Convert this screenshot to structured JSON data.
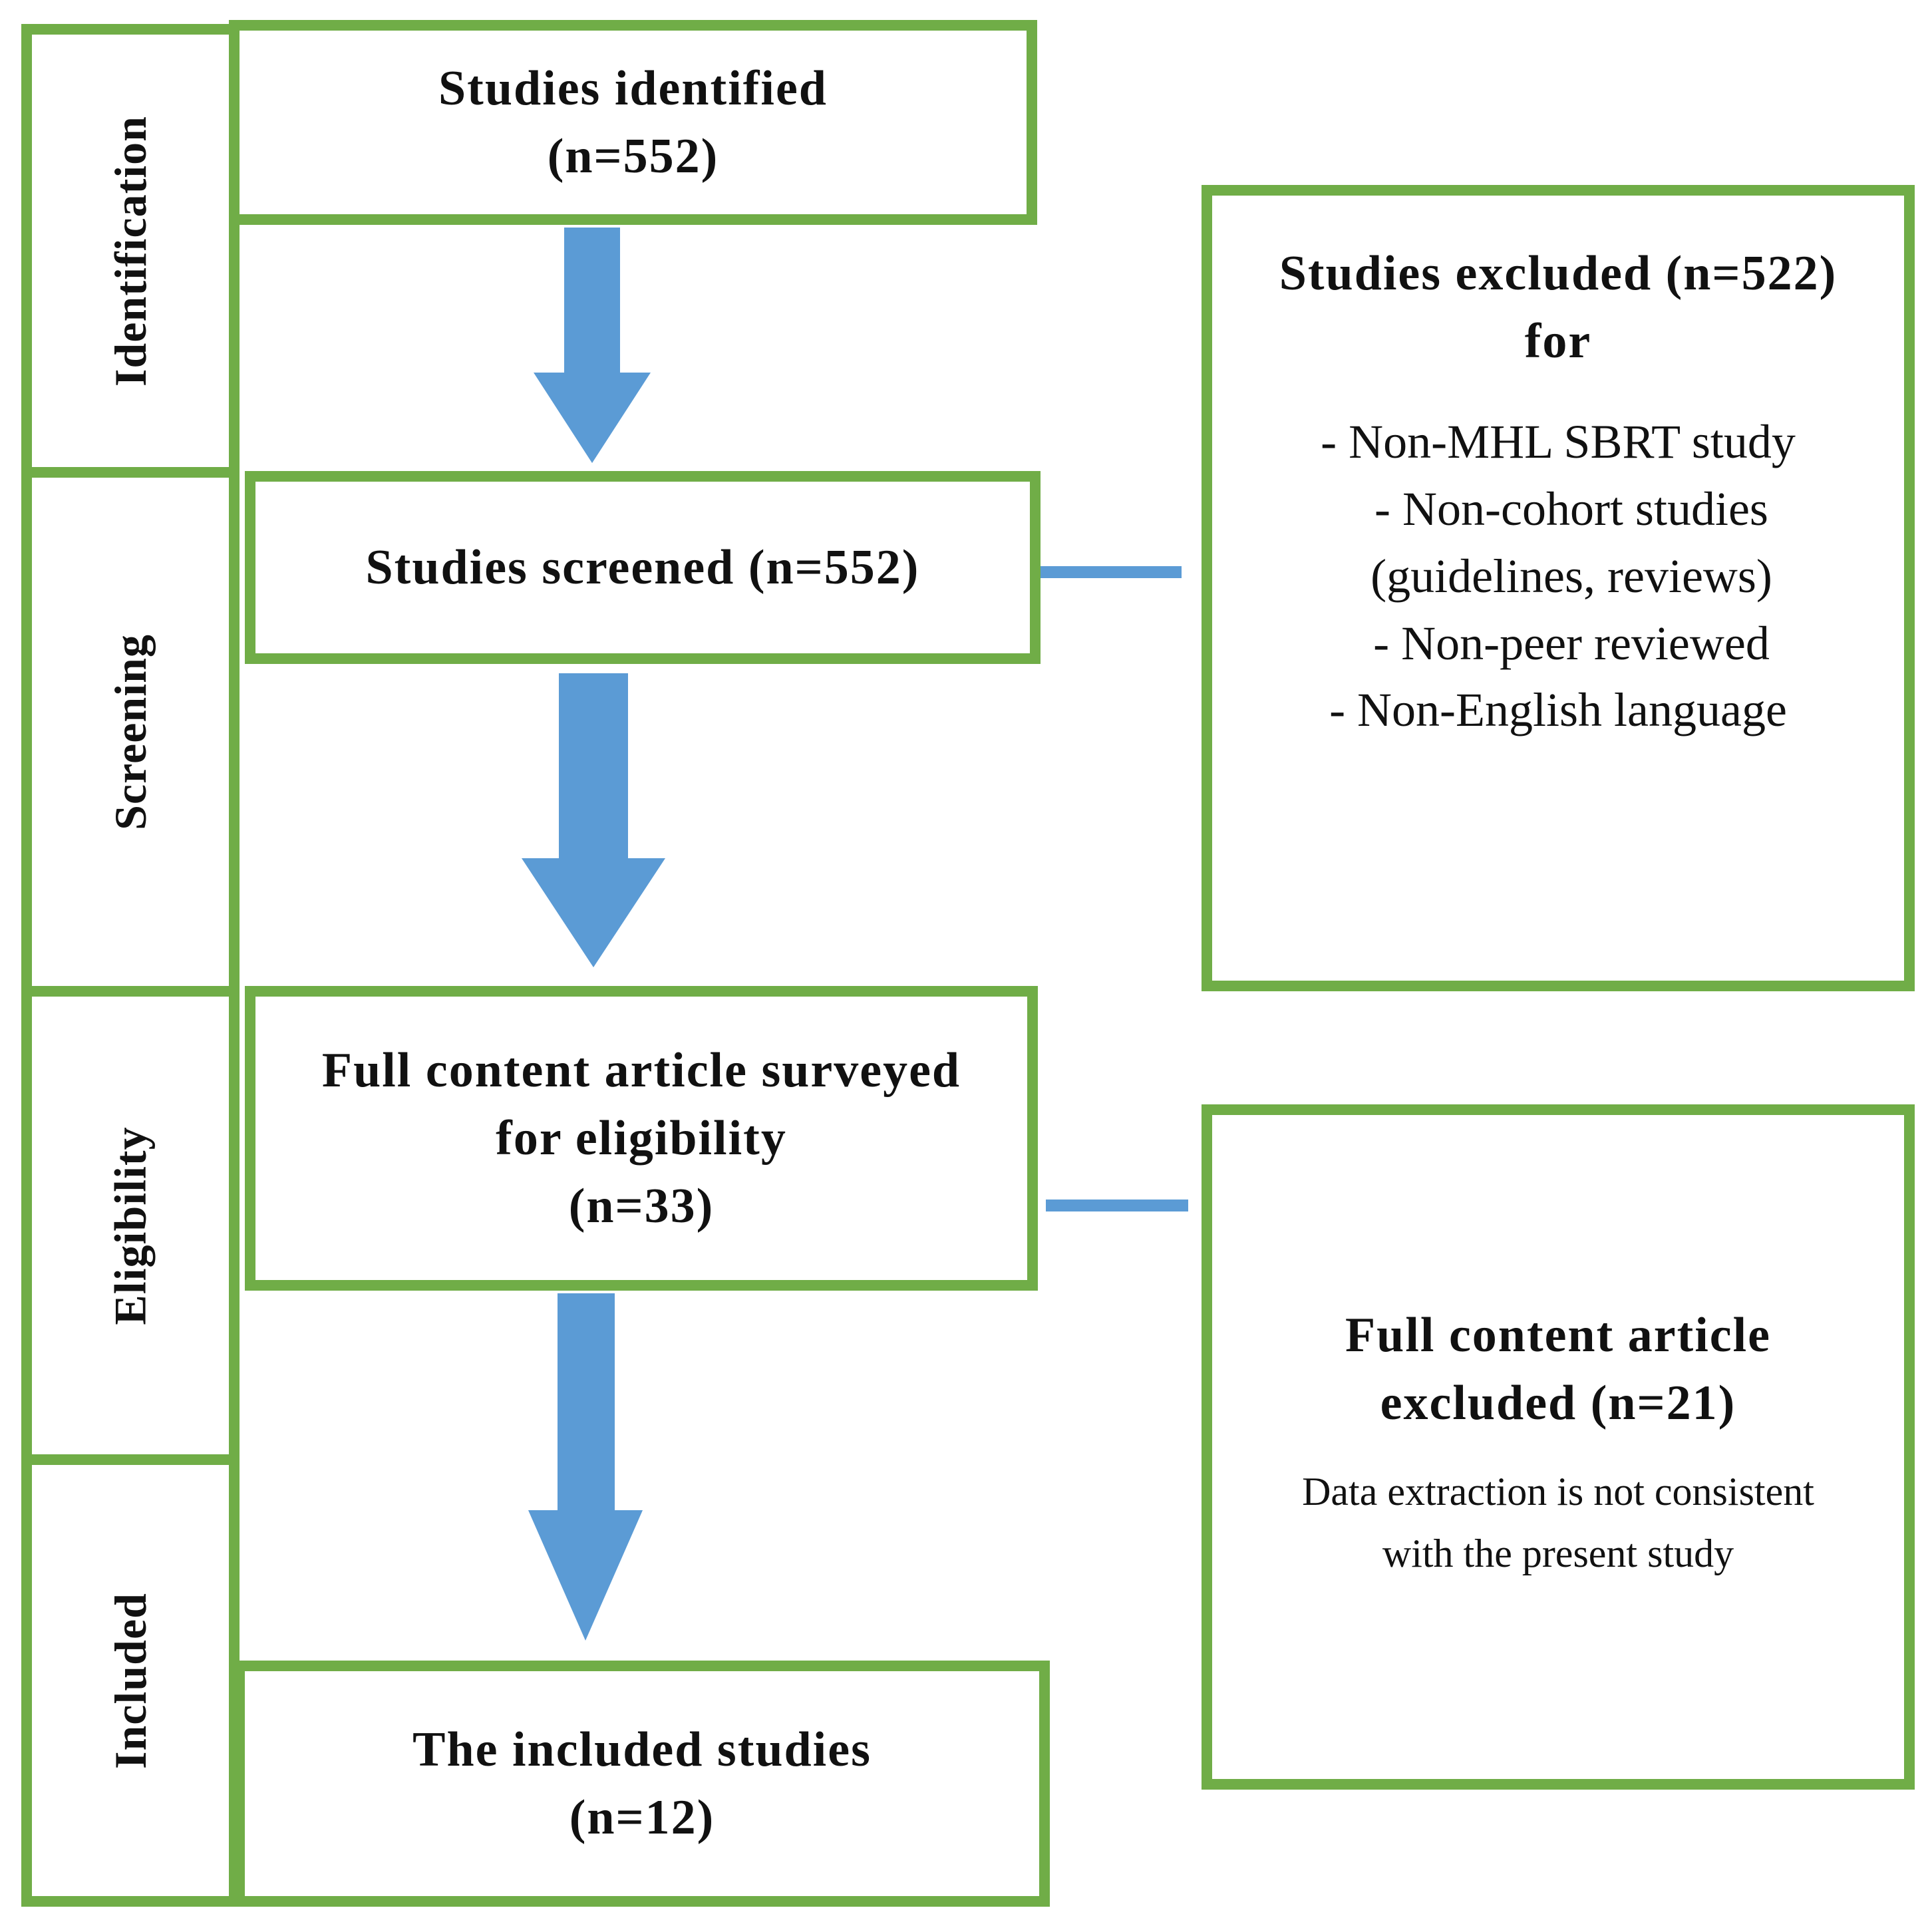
{
  "stages": [
    {
      "key": "identification",
      "label": "Identification"
    },
    {
      "key": "screening",
      "label": "Screening"
    },
    {
      "key": "eligibility",
      "label": "Eligibility"
    },
    {
      "key": "included",
      "label": "Included"
    }
  ],
  "flow": {
    "identified": {
      "line1": "Studies identified",
      "line2": "(n=552)"
    },
    "screened": {
      "line1": "Studies screened (n=552)"
    },
    "eligibility": {
      "line1": "Full content article surveyed",
      "line2": "for eligibility",
      "line3": "(n=33)"
    },
    "included": {
      "line1": "The included studies",
      "line2": "(n=12)"
    }
  },
  "exclusions": {
    "screening": {
      "title_line1": "Studies excluded (n=522)",
      "title_line2": "for",
      "reasons": [
        "- Non-MHL SBRT study",
        "-  Non-cohort studies",
        "(guidelines, reviews)",
        "-  Non-peer reviewed",
        "-  Non-English language"
      ]
    },
    "fulltext": {
      "title_line1": "Full content article",
      "title_line2": "excluded (n=21)",
      "note_line1": "Data extraction is not consistent",
      "note_line2": "with the present study"
    }
  },
  "colors": {
    "box_border": "#70ad47",
    "arrow": "#5b9bd5",
    "connector": "#5b9bd5"
  }
}
